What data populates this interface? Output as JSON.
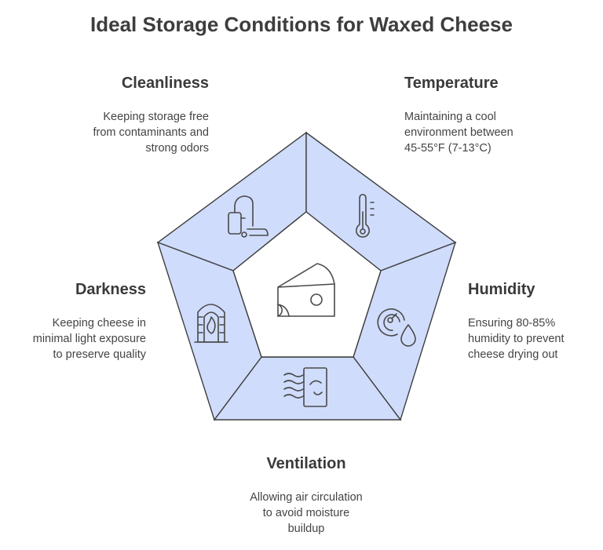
{
  "title": "Ideal Storage Conditions for Waxed Cheese",
  "center": {
    "icon": "cheese-icon"
  },
  "segments": [
    {
      "id": "cleanliness",
      "label": "Cleanliness",
      "description": [
        "Keeping storage free",
        "from contaminants and",
        "strong odors"
      ],
      "icon": "vacuum-cleaner-icon"
    },
    {
      "id": "temperature",
      "label": "Temperature",
      "description": [
        "Maintaining a cool",
        "environment between",
        "45-55°F (7-13°C)"
      ],
      "icon": "thermometer-icon"
    },
    {
      "id": "humidity",
      "label": "Humidity",
      "description": [
        "Ensuring 80-85%",
        "humidity to prevent",
        "cheese drying out"
      ],
      "icon": "humidity-gauge-icon"
    },
    {
      "id": "ventilation",
      "label": "Ventilation",
      "description": [
        "Allowing air circulation",
        "to avoid moisture",
        "buildup"
      ],
      "icon": "air-vent-icon"
    },
    {
      "id": "darkness",
      "label": "Darkness",
      "description": [
        "Keeping cheese in",
        "minimal light exposure",
        "to preserve quality"
      ],
      "icon": "fireplace-icon"
    }
  ],
  "colors": {
    "segment_fill": "#cfdcfc",
    "segment_stroke": "#3f3f3f",
    "center_fill": "#ffffff",
    "icon_stroke": "#4a4a4a"
  }
}
